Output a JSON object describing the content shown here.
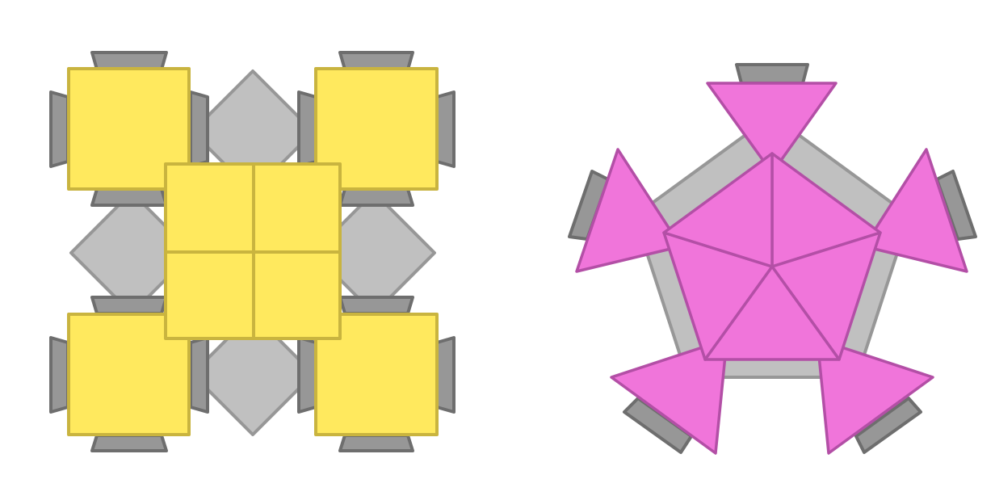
{
  "colors": {
    "background": "#ffffff",
    "yellow_fill": "#ffe95e",
    "yellow_stroke": "#c9b43f",
    "pink_fill": "#f075da",
    "pink_stroke": "#b34fa6",
    "gray_light_fill": "#c0c0c0",
    "gray_light_stroke": "#979797",
    "gray_dark_fill": "#979797",
    "gray_dark_stroke": "#6e6e6e"
  },
  "figures": [
    {
      "name": "square-assembly",
      "description_shape": "square"
    },
    {
      "name": "pentagon-assembly",
      "description_shape": "pentagon"
    }
  ]
}
